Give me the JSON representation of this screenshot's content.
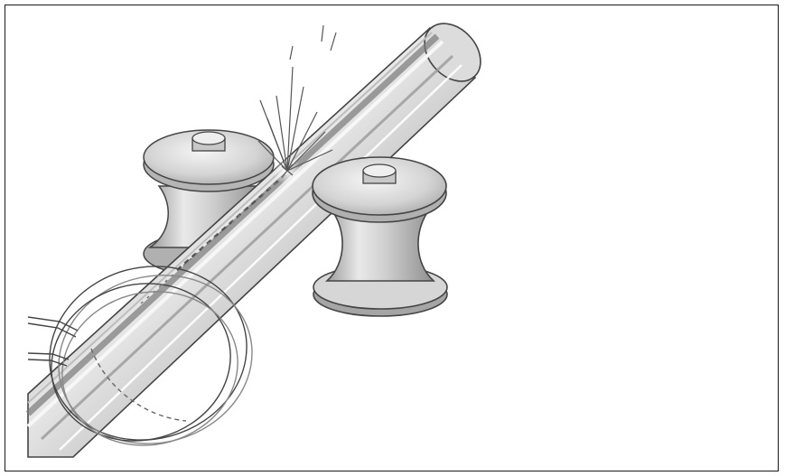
{
  "figure": {
    "subject_icons": [
      "steel-pipe",
      "weld-seam",
      "welding-spark",
      "guide-roller",
      "induction-coil"
    ],
    "colors": {
      "frame": "#1a1a1a",
      "metal_light": "#f2f2f2",
      "metal_mid": "#bdbdbd",
      "metal_dark": "#6f6f6f",
      "outline": "#444444"
    }
  }
}
